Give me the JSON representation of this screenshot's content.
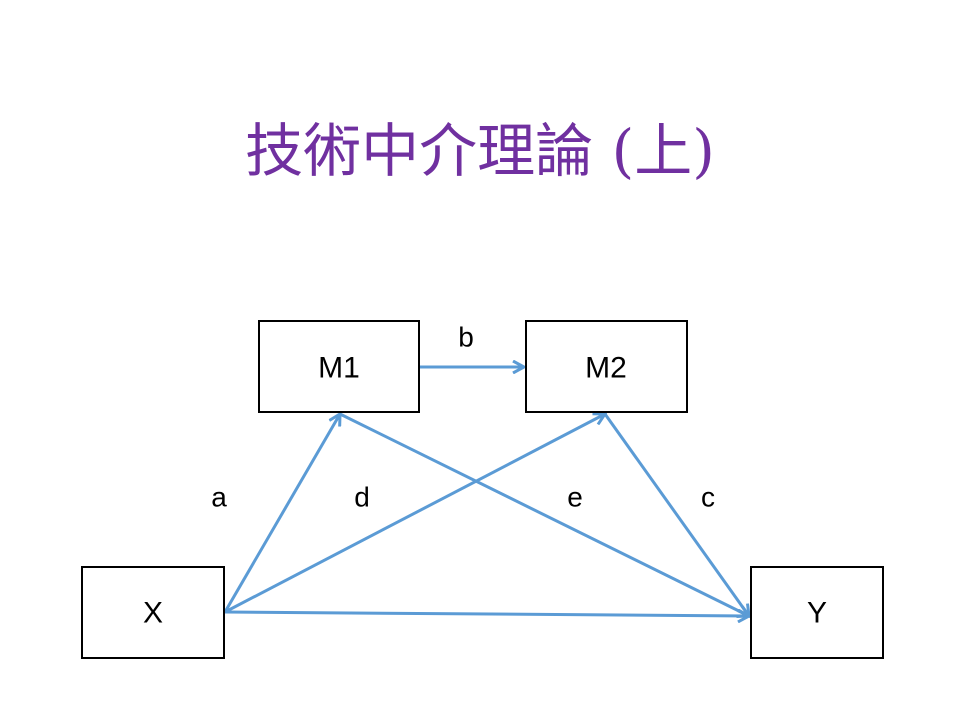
{
  "title": "技術中介理論 (上)",
  "colors": {
    "title": "#7030a0",
    "arrow": "#5b9bd5",
    "box_border": "#000000"
  },
  "nodes": {
    "m1": "M1",
    "m2": "M2",
    "x": "X",
    "y": "Y"
  },
  "edge_labels": {
    "a": "a",
    "b": "b",
    "c": "c",
    "d": "d",
    "e": "e"
  }
}
